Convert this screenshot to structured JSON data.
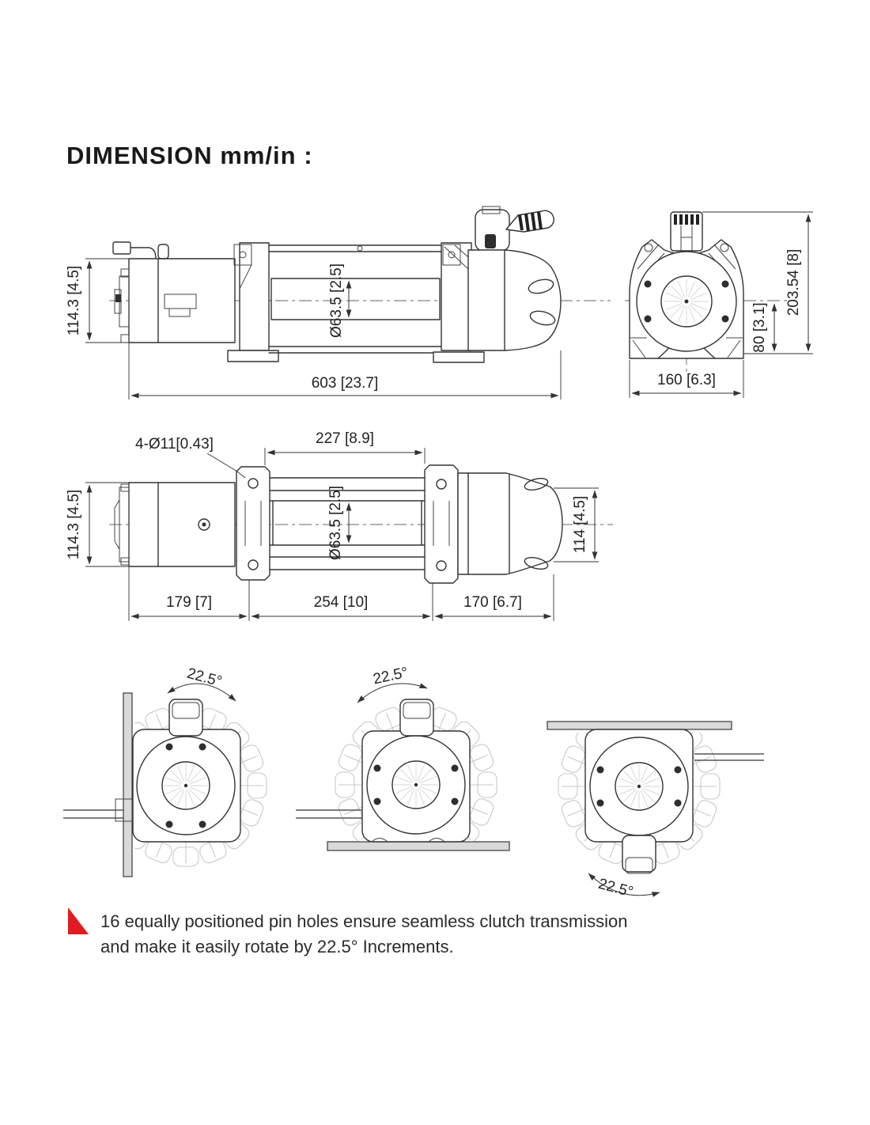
{
  "title": "DIMENSION mm/in :",
  "side_view": {
    "height": "114.3 [4.5]",
    "drum_diameter": "Ø63.5 [2.5]",
    "overall_length": "603 [23.7]"
  },
  "front_view": {
    "overall_height": "203.54 [8]",
    "base_to_center": "80 [3.1]",
    "width": "160 [6.3]"
  },
  "top_view": {
    "mount_holes": "4-Ø11[0.43]",
    "tie_bar_span": "227 [8.9]",
    "motor_height": "114.3 [4.5]",
    "drum_diameter": "Ø63.5 [2.5]",
    "housing_width": "114 [4.5]",
    "motor_length": "179 [7]",
    "drum_length": "254 [10]",
    "housing_length": "170 [6.7]"
  },
  "rotation_views": {
    "wall_angle": "22.5°",
    "floor_angle": "22.5°",
    "ceiling_angle": "22.5°"
  },
  "note": {
    "line1": "16 equally positioned pin holes ensure seamless clutch transmission",
    "line2": "and make it easily rotate by 22.5° Increments.",
    "marker_color": "#e01b22"
  },
  "colors": {
    "line": "#333333",
    "ghost": "#c9c9c9",
    "surface": "#d9d9d9"
  }
}
